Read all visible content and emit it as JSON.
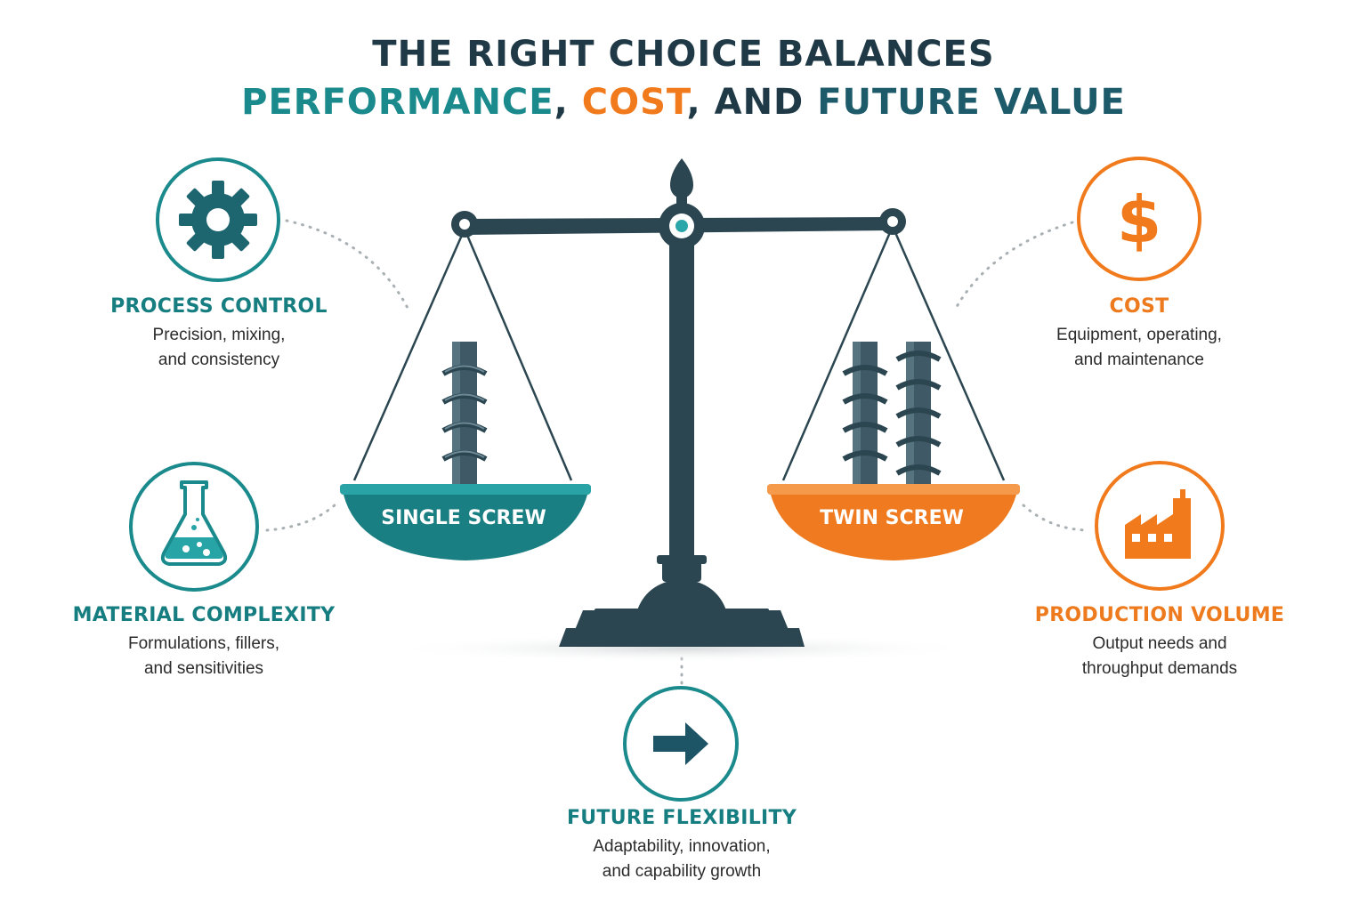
{
  "title": {
    "line1": "THE RIGHT CHOICE BALANCES",
    "line2_part1": "PERFORMANCE",
    "line2_sep1": ", ",
    "line2_part2": "COST",
    "line2_sep2": ", AND ",
    "line2_part3": "FUTURE VALUE"
  },
  "pans": {
    "left": "SINGLE SCREW",
    "right": "TWIN SCREW"
  },
  "factors": {
    "process_control": {
      "title": "PROCESS CONTROL",
      "line1": "Precision, mixing,",
      "line2": "and consistency",
      "icon": "gear-icon"
    },
    "material_complexity": {
      "title": "MATERIAL COMPLEXITY",
      "line1": "Formulations, fillers,",
      "line2": "and sensitivities",
      "icon": "flask-icon"
    },
    "cost": {
      "title": "COST",
      "line1": "Equipment, operating,",
      "line2": "and maintenance",
      "icon": "dollar-icon"
    },
    "production_volume": {
      "title": "PRODUCTION VOLUME",
      "line1": "Output needs and",
      "line2": "throughput demands",
      "icon": "factory-icon"
    },
    "future_flexibility": {
      "title": "FUTURE FLEXIBILITY",
      "line1": "Adaptability, innovation,",
      "line2": "and capability growth",
      "icon": "arrow-right-icon"
    }
  },
  "colors": {
    "teal": "#1a8a8d",
    "orange": "#f07a1c",
    "dark": "#2b4650"
  }
}
